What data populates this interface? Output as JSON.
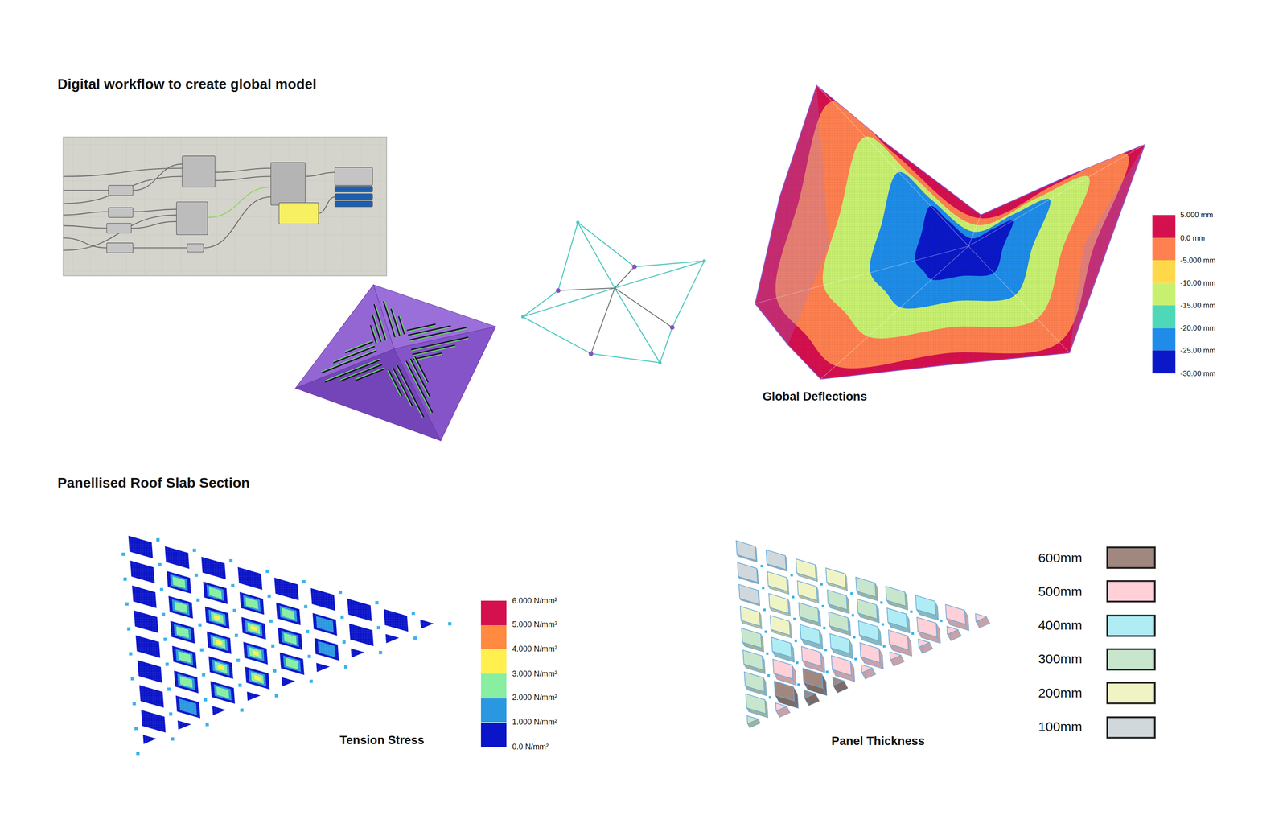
{
  "diagram": {
    "labels": [
      "Digital workflow to create global model",
      "Global Deflections",
      "-30.00 mm",
      "Panellised Roof Slab Section",
      "Tension Stress",
      "0.0 N/mm²",
      "Panel Thickness"
    ],
    "legend": [
      {
        "text": "5.000 mm",
        "color": "#d4104e"
      },
      {
        "text": "0.0 mm",
        "color": "#ff8050"
      },
      {
        "text": "-5.000 mm",
        "color": "#ffd84a"
      },
      {
        "text": "-10.00 mm",
        "color": "#c8f070"
      },
      {
        "text": "-15.00 mm",
        "color": "#4fd8b8"
      },
      {
        "text": "-20.00 mm",
        "color": "#1e8ce8"
      },
      {
        "text": "-25.00 mm",
        "color": "#0a18c8"
      },
      {
        "text": "6.000 N/mm²",
        "color": "#d4104e"
      },
      {
        "text": "5.000 N/mm²",
        "color": "#ff8a40"
      },
      {
        "text": "4.000 N/mm²",
        "color": "#fff050"
      },
      {
        "text": "3.000 N/mm²",
        "color": "#88eea0"
      },
      {
        "text": "2.000 N/mm²",
        "color": "#2a98e0"
      },
      {
        "text": "1.000 N/mm²",
        "color": "#0a14c8"
      },
      {
        "text": "600mm",
        "color": "#a08880"
      },
      {
        "text": "500mm",
        "color": "#ffd0d8"
      },
      {
        "text": "400mm",
        "color": "#b0ecf4"
      },
      {
        "text": "300mm",
        "color": "#c8e6cc"
      },
      {
        "text": "200mm",
        "color": "#f0f4c4"
      },
      {
        "text": "100mm",
        "color": "#d0d8dc"
      }
    ]
  }
}
